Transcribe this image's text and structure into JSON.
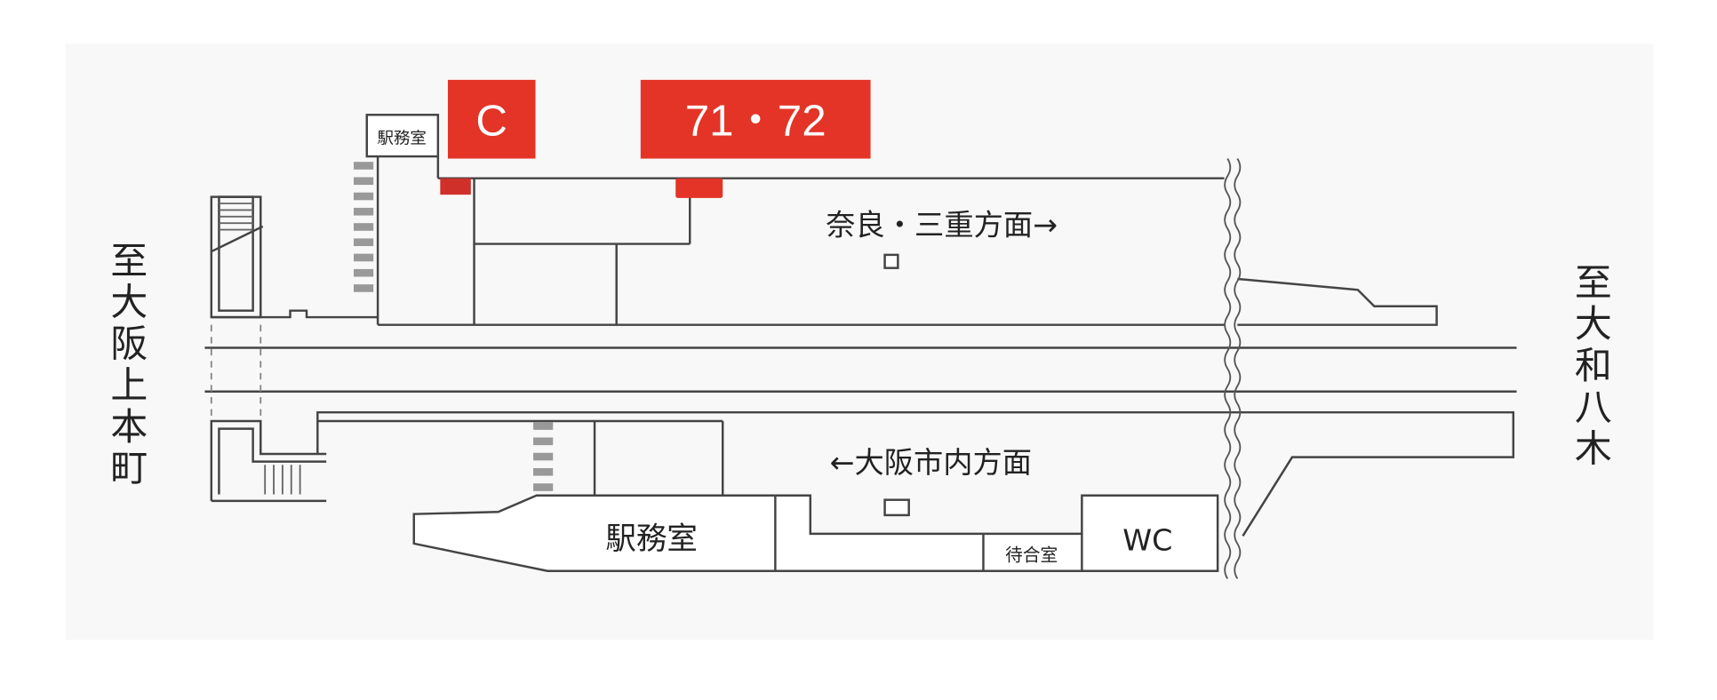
{
  "exits": [
    {
      "label": "C",
      "color": "#e33427"
    },
    {
      "label": "71・72",
      "color": "#e33427"
    }
  ],
  "labels": {
    "office_small": "駅務室",
    "office_main": "駅務室",
    "waiting_room": "待合室",
    "wc": "WC",
    "upper_direction": "奈良・三重方面→",
    "lower_direction": "←大阪市内方面"
  },
  "destinations": {
    "left": [
      "至",
      "大",
      "阪",
      "上",
      "本",
      "町"
    ],
    "right": [
      "至",
      "大",
      "和",
      "八",
      "木"
    ]
  }
}
